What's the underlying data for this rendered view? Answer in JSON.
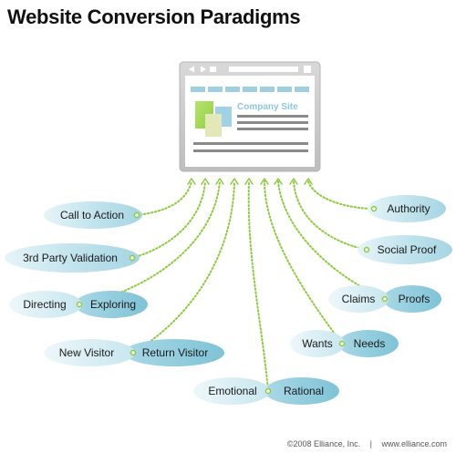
{
  "title": "Website Conversion Paradigms",
  "browser": {
    "site_label": "Company Site"
  },
  "single_bubbles": [
    {
      "id": "call-to-action",
      "label": "Call to Action"
    },
    {
      "id": "3rd-party-validation",
      "label": "3rd Party Validation"
    },
    {
      "id": "authority",
      "label": "Authority"
    },
    {
      "id": "social-proof",
      "label": "Social Proof"
    }
  ],
  "pair_bubbles": [
    {
      "id": "directing-exploring",
      "left": "Directing",
      "right": "Exploring"
    },
    {
      "id": "new-return-visitor",
      "left": "New Visitor",
      "right": "Return Visitor"
    },
    {
      "id": "emotional-rational",
      "left": "Emotional",
      "right": "Rational"
    },
    {
      "id": "wants-needs",
      "left": "Wants",
      "right": "Needs"
    },
    {
      "id": "claims-proofs",
      "left": "Claims",
      "right": "Proofs"
    }
  ],
  "footer": {
    "copyright": "©2008 Elliance, Inc.",
    "separator": "|",
    "url": "www.elliance.com"
  },
  "colors": {
    "bubble_light": "#cde9f1",
    "bubble_dark": "#8ecbdc",
    "connector": "#8ccc3c",
    "window_frame": "#c8c8c8",
    "site_label": "#8fc6dd"
  }
}
